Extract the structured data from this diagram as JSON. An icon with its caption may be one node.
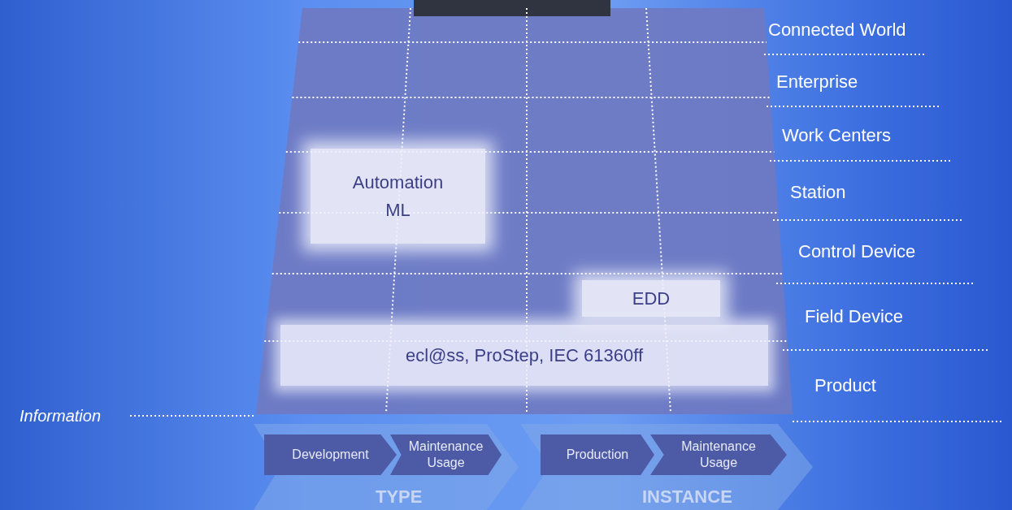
{
  "diagram": {
    "nodes": [
      {
        "text": [
          "Automation ML"
        ]
      },
      {
        "text": [
          "EDD"
        ]
      },
      {
        "text": [
          "ecl@ss, ProStep, IEC 61360ff"
        ]
      },
      {
        "text": [
          "TYPE"
        ]
      },
      {
        "text": [
          "Development"
        ],
        "in": 3
      },
      {
        "text": [
          "Maintenance Usage"
        ],
        "in": 3
      },
      {
        "text": [
          "INSTANCE"
        ]
      },
      {
        "text": [
          "Production"
        ],
        "in": 6
      },
      {
        "text": [
          "Maintenance Usage"
        ],
        "in": 6
      }
    ],
    "edges": [],
    "labels": [
      "Connected World",
      "Enterprise",
      "Work Centers",
      "Station",
      "Control Device",
      "Field Device",
      "Product",
      "Information"
    ]
  }
}
